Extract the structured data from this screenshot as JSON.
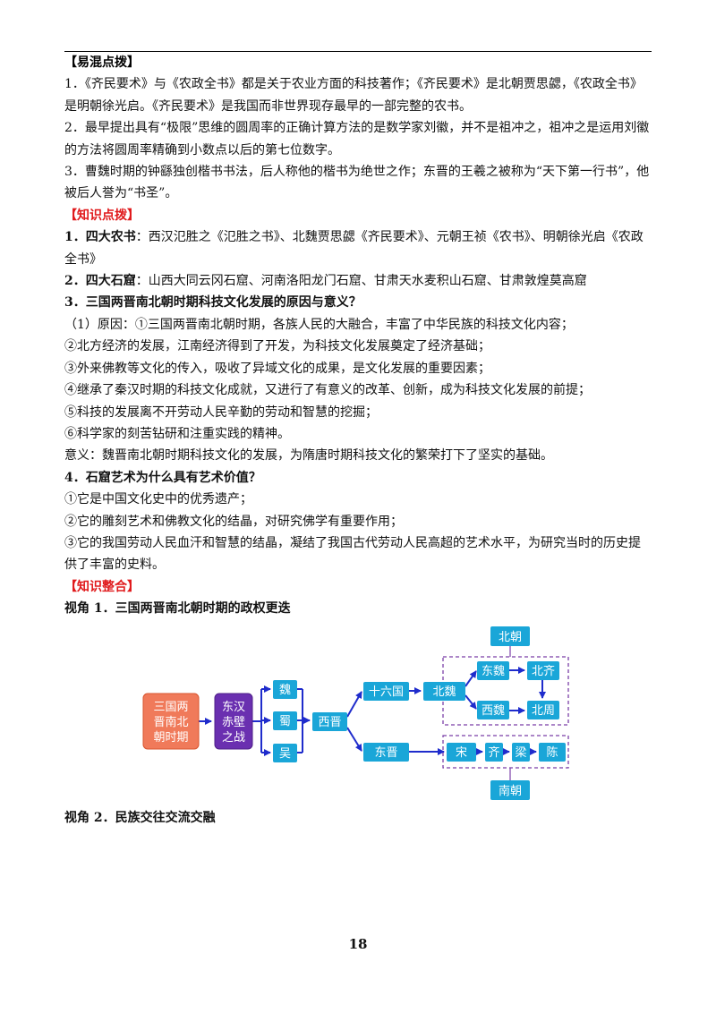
{
  "confusion": {
    "heading": "【易混点拨】",
    "p1": "1．《齐民要术》与《农政全书》都是关于农业方面的科技著作；《齐民要术》是北朝贾思勰，《农政全书》是明朝徐光启。《齐民要术》是我国而非世界现存最早的一部完整的农书。",
    "p2": "2．最早提出具有“极限”思维的圆周率的正确计算方法的是数学家刘徽，并不是祖冲之，祖冲之是运用刘徽的方法将圆周率精确到小数点以后的第七位数字。",
    "p3": "3．曹魏时期的钟繇独创楷书书法，后人称他的楷书为绝世之作；东晋的王羲之被称为“天下第一行书”，他被后人誉为“书圣”。"
  },
  "knowledge": {
    "heading": "【知识点拨】",
    "item1_label": "1．四大农书",
    "item1_text": "：西汉氾胜之《氾胜之书》、北魏贾思勰《齐民要术》、元朝王祯《农书》、明朝徐光启《农政全书》",
    "item2_label": "2．四大石窟",
    "item2_text": "：山西大同云冈石窟、河南洛阳龙门石窟、甘肃天水麦积山石窟、甘肃敦煌莫高窟",
    "item3_title": "3．三国两晋南北朝时期科技文化发展的原因与意义？",
    "reason_intro": "（1）原因：①三国两晋南北朝时期，各族人民的大融合，丰富了中华民族的科技文化内容；",
    "r2": "②北方经济的发展，江南经济得到了开发，为科技文化发展奠定了经济基础；",
    "r3": "③外来佛教等文化的传入，吸收了异域文化的成果，是文化发展的重要因素；",
    "r4": "④继承了秦汉时期的科技文化成就，又进行了有意义的改革、创新，成为科技文化发展的前提；",
    "r5": "⑤科技的发展离不开劳动人民辛勤的劳动和智慧的挖掘；",
    "r6": "⑥科学家的刻苦钻研和注重实践的精神。",
    "meaning": "意义：魏晋南北朝时期科技文化的发展，为隋唐时期科技文化的繁荣打下了坚实的基础。",
    "item4_title": "4．石窟艺术为什么具有艺术价值？",
    "v1": "①它是中国文化史中的优秀遗产；",
    "v2": "②它的雕刻艺术和佛教文化的结晶，对研究佛学有重要作用；",
    "v3": "③它的我国劳动人民血汗和智慧的结晶，凝结了我国古代劳动人民高超的艺术水平，为研究当时的历史提供了丰富的史料。"
  },
  "integration": {
    "heading": "【知识整合】",
    "view1": "视角 1．三国两晋南北朝时期的政权更迭",
    "view2": "视角 2．民族交往交流交融"
  },
  "diagram": {
    "period": [
      "三国两",
      "晋南北",
      "朝时期"
    ],
    "battle": [
      "东汉",
      "赤壁",
      "之战"
    ],
    "wei": "魏",
    "shu": "蜀",
    "wu": "吴",
    "western_jin": "西晋",
    "sixteen": "十六国",
    "eastern_jin": "东晋",
    "northern_wei": "北魏",
    "eastern_wei": "东魏",
    "northern_qi": "北齐",
    "western_wei": "西魏",
    "northern_zhou": "北周",
    "song": "宋",
    "qi": "齐",
    "liang": "梁",
    "chen": "陈",
    "northern_dynasties": "北朝",
    "southern_dynasties": "南朝",
    "colors": {
      "cyan": "#1aa6d8",
      "salmon": "#f07a5a",
      "purple": "#6a2fb0",
      "arrow": "#1f2ccc",
      "dash": "#7b3fa8"
    }
  },
  "page_number": "18"
}
